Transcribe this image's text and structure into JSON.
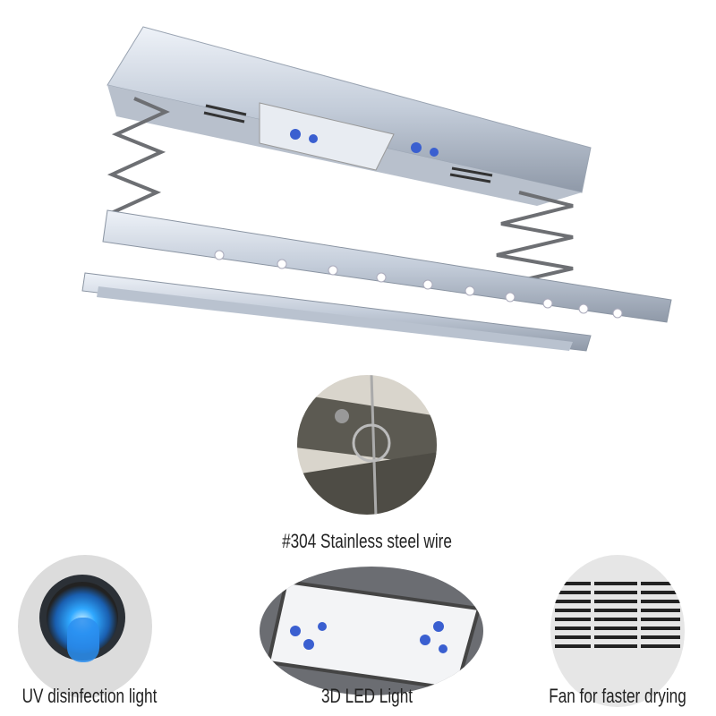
{
  "features": [
    {
      "label": "#304 Stainless steel wire",
      "icon": "steel-wire-closeup"
    },
    {
      "label": "UV disinfection  light",
      "icon": "uv-light-closeup"
    },
    {
      "label": "3D LED Light",
      "icon": "led-light-closeup"
    },
    {
      "label": "Fan for faster drying",
      "icon": "fan-vent-closeup"
    }
  ],
  "colors": {
    "uv_glow": "#2fa8ff",
    "led_flower": "#3a5fd0",
    "aluminum": "#c9d3e0"
  }
}
